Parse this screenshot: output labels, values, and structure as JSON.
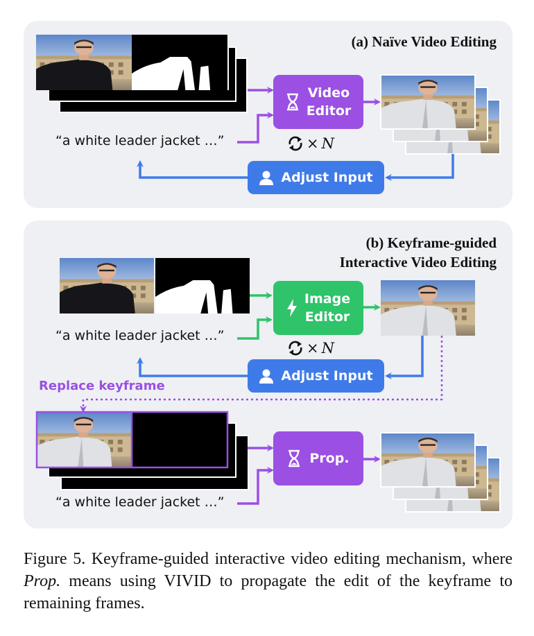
{
  "panel_a": {
    "title": "(a) Naïve Video Editing",
    "prompt": "“a white leader jacket …”",
    "editor_line1": "Video",
    "editor_line2": "Editor",
    "loop_label": "×",
    "loop_var": "N",
    "adjust_label": "Adjust Input"
  },
  "panel_b": {
    "title_line1": "(b) Keyframe-guided",
    "title_line2": "Interactive Video Editing",
    "prompt": "“a white leader jacket …”",
    "editor_line1": "Image",
    "editor_line2": "Editor",
    "loop_label": "×",
    "loop_var": "N",
    "adjust_label": "Adjust Input",
    "replace_label": "Replace keyframe",
    "prompt2": "“a white leader jacket …”",
    "prop_label": "Prop."
  },
  "caption": {
    "prefix": "Figure 5.  Keyframe-guided interactive video editing mechanism, where ",
    "em": "Prop.",
    "suffix": "  means using VIVID to propagate the edit of the keyframe to remaining frames."
  },
  "colors": {
    "purple": "#9b4fe3",
    "green": "#2fc36a",
    "blue": "#3f7be8",
    "panel": "#eef0f4"
  }
}
